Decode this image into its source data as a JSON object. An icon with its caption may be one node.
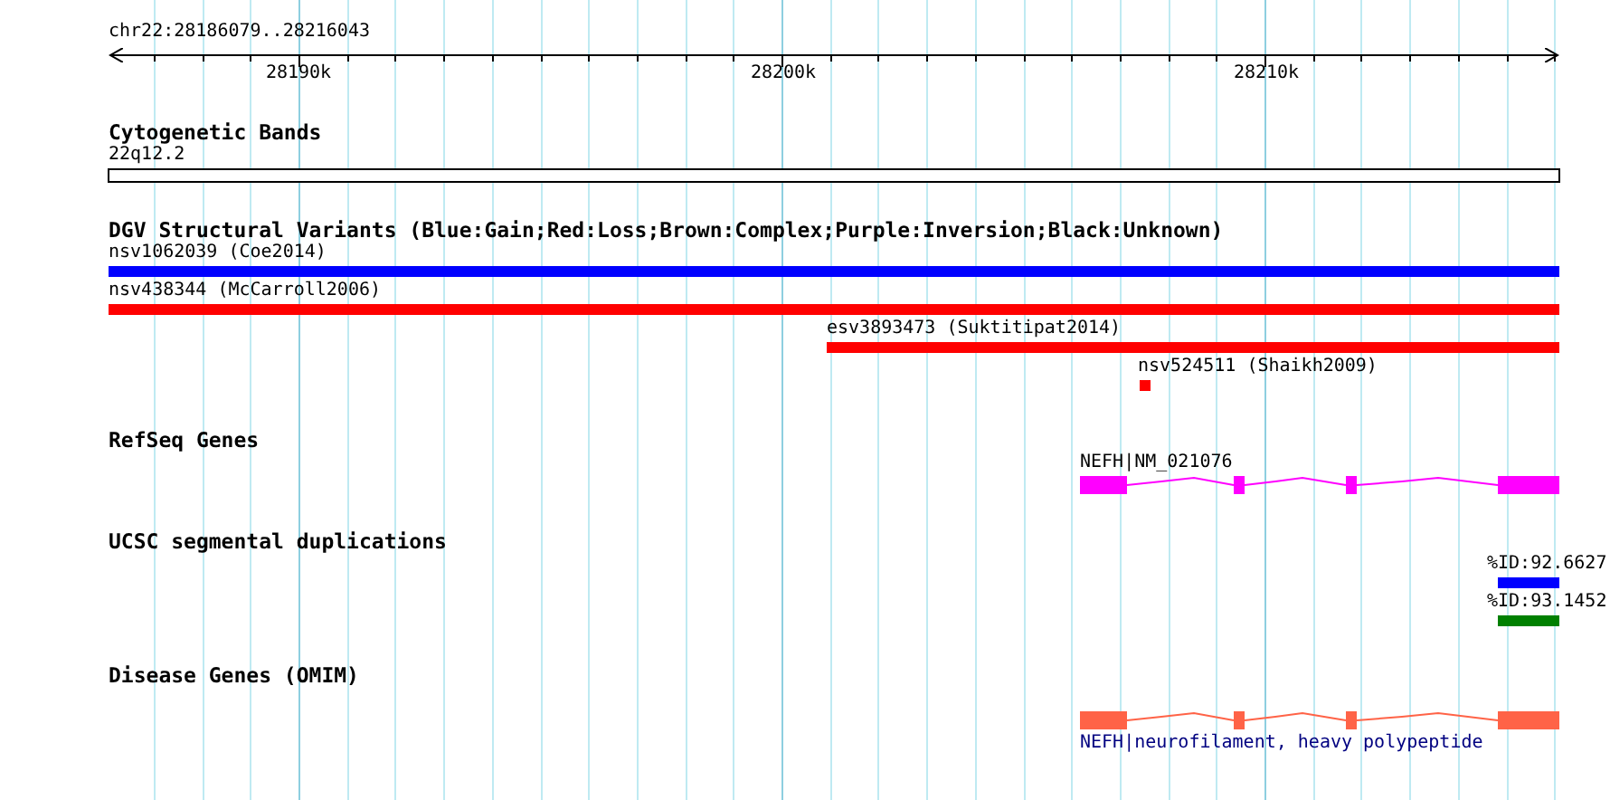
{
  "diagram": {
    "labels": [
      "chr22:28186079..28216043",
      "28190k",
      "28200k",
      "28210k",
      "Cytogenetic Bands",
      "22q12.2",
      "DGV Structural Variants (Blue:Gain;Red:Loss;Brown:Complex;Purple:Inversion;Black:Unknown)",
      "nsv1062039 (Coe2014)",
      "nsv438344 (McCarroll2006)",
      "esv3893473 (Suktitipat2014)",
      "nsv524511 (Shaikh2009)",
      "RefSeq Genes",
      "NEFH|NM_021076",
      "UCSC segmental duplications",
      "%ID:92.6627",
      "%ID:93.1452",
      "Disease Genes (OMIM)",
      "NEFH|neurofilament, heavy polypeptide"
    ]
  }
}
